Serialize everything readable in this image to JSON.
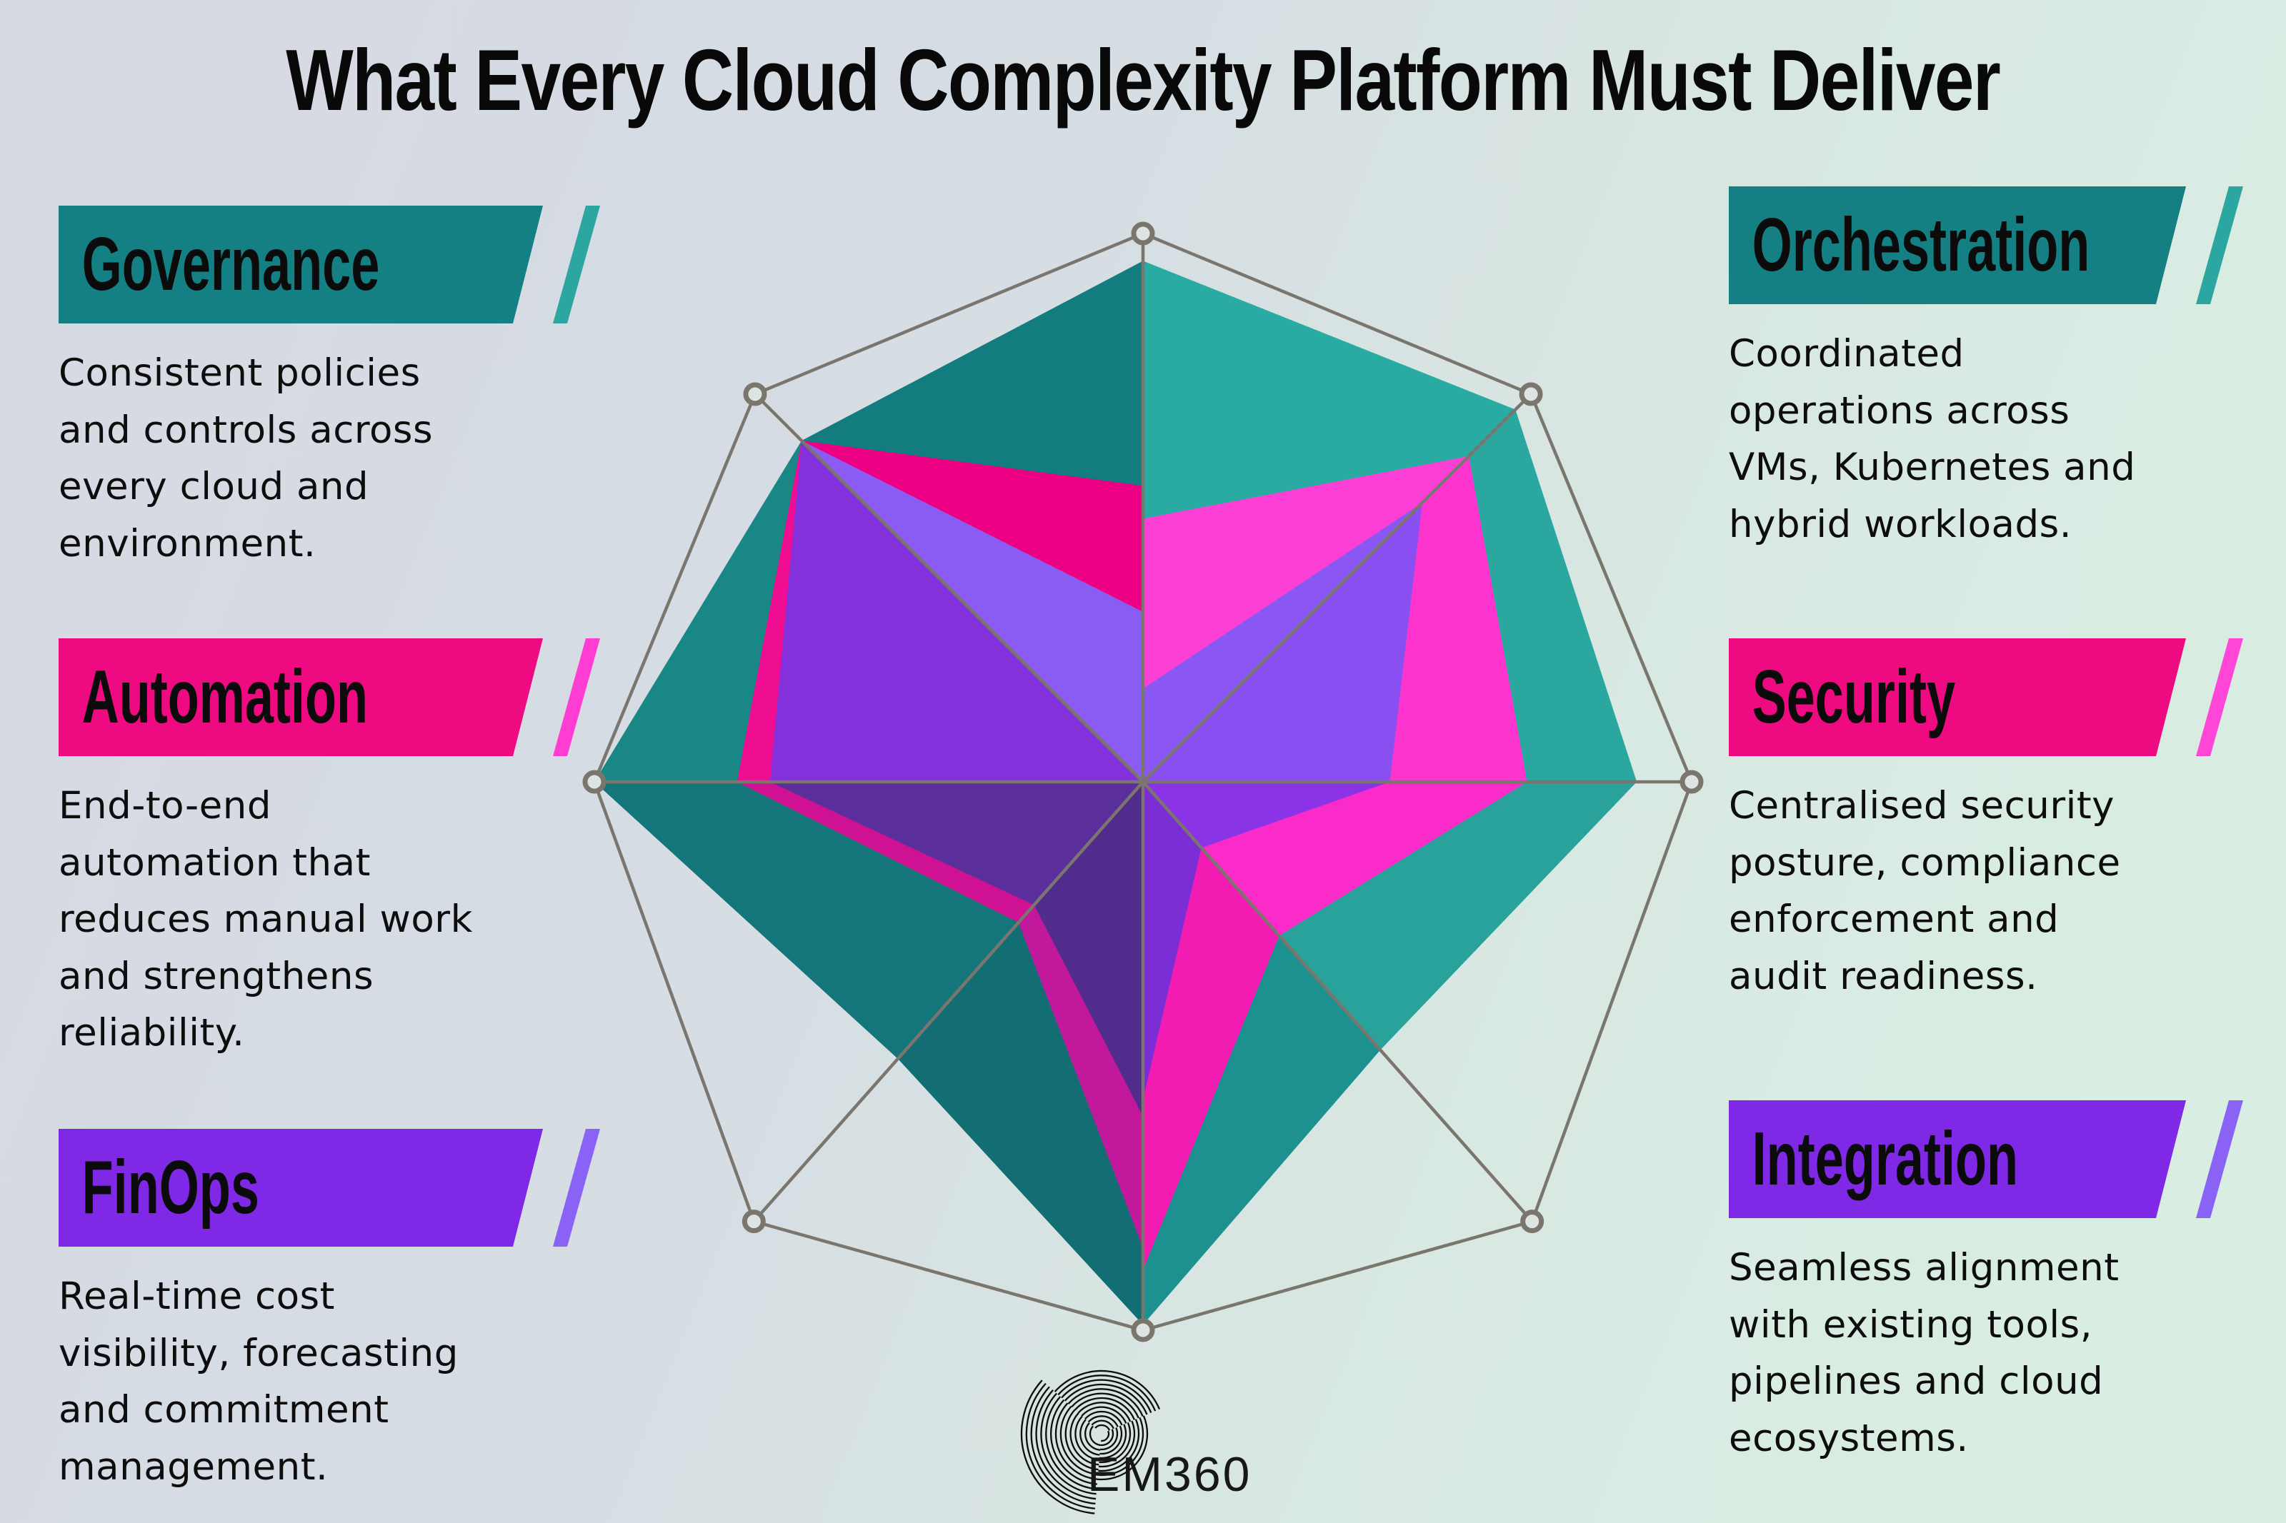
{
  "title": "What Every Cloud Complexity Platform Must Deliver",
  "logo": {
    "text": "EM360"
  },
  "sections": {
    "left": [
      {
        "id": "governance",
        "label": "Governance",
        "description": "Consistent policies\nand controls across\nevery cloud and\nenvironment.",
        "banner_color": "#158084",
        "slash_color": "#2BA6A0"
      },
      {
        "id": "automation",
        "label": "Automation",
        "description": "End-to-end\nautomation that\nreduces manual work\nand strengthens\nreliability.",
        "banner_color": "#EE0A80",
        "slash_color": "#FF3DD2"
      },
      {
        "id": "finops",
        "label": "FinOps",
        "description": "Real-time cost\nvisibility, forecasting\nand commitment\nmanagement.",
        "banner_color": "#7F29E6",
        "slash_color": "#8B62F6"
      }
    ],
    "right": [
      {
        "id": "orchestration",
        "label": "Orchestration",
        "description": "Coordinated\noperations across\nVMs, Kubernetes and\nhybrid workloads.",
        "banner_color": "#158084",
        "slash_color": "#2BA6A0"
      },
      {
        "id": "security",
        "label": "Security",
        "description": "Centralised security\nposture, compliance\nenforcement and\naudit readiness.",
        "banner_color": "#EE0A80",
        "slash_color": "#FF46D6"
      },
      {
        "id": "integration",
        "label": "Integration",
        "description": "Seamless alignment\nwith existing tools,\npipelines and cloud\necosystems.",
        "banner_color": "#7F29E6",
        "slash_color": "#8B62F6"
      }
    ]
  },
  "chart_data": {
    "type": "radar",
    "title": "",
    "legend": "none",
    "grid": {
      "stroke": "#7a766e",
      "vertex_fill": "#dde5e3",
      "spokes": true,
      "outline": "octagon"
    },
    "axes": [
      {
        "name": "N",
        "angle": 90,
        "radius": 768
      },
      {
        "name": "NE",
        "angle": 45,
        "radius": 768
      },
      {
        "name": "E",
        "angle": 0,
        "radius": 768
      },
      {
        "name": "SE",
        "angle": -48.5,
        "radius": 822
      },
      {
        "name": "S",
        "angle": -90,
        "radius": 768
      },
      {
        "name": "SW",
        "angle": -131.5,
        "radius": 822
      },
      {
        "name": "W",
        "angle": 180,
        "radius": 768
      },
      {
        "name": "NW",
        "angle": 135,
        "radius": 768
      }
    ],
    "series": [
      {
        "name": "teal",
        "facets": [
          {
            "from": 0,
            "to": 1,
            "r1": 0.95,
            "r2": 0.96,
            "color": "#29AAA3"
          },
          {
            "from": 1,
            "to": 2,
            "r1": 0.96,
            "r2": 0.9,
            "color": "#2AA79F"
          },
          {
            "from": 2,
            "to": 3,
            "r1": 0.9,
            "r2": 0.61,
            "color": "#28A29A"
          },
          {
            "from": 3,
            "to": 4,
            "r1": 0.61,
            "r2": 0.99,
            "color": "#1D918F"
          },
          {
            "from": 4,
            "to": 5,
            "r1": 0.99,
            "r2": 0.63,
            "color": "#136E74"
          },
          {
            "from": 5,
            "to": 6,
            "r1": 0.63,
            "r2": 1.0,
            "color": "#14757B"
          },
          {
            "from": 6,
            "to": 7,
            "r1": 1.0,
            "r2": 0.88,
            "color": "#1A8787"
          },
          {
            "from": 7,
            "to": 0,
            "r1": 0.88,
            "r2": 0.95,
            "color": "#137C7E"
          }
        ]
      },
      {
        "name": "pink",
        "facets": [
          {
            "from": 0,
            "to": 1,
            "r1": 0.48,
            "r2": 0.84,
            "color": "#FC40D5"
          },
          {
            "from": 1,
            "to": 2,
            "r1": 0.84,
            "r2": 0.7,
            "color": "#FD35CE"
          },
          {
            "from": 2,
            "to": 3,
            "r1": 0.7,
            "r2": 0.35,
            "color": "#FA2BC8"
          },
          {
            "from": 3,
            "to": 4,
            "r1": 0.35,
            "r2": 0.89,
            "color": "#F21CB2"
          },
          {
            "from": 4,
            "to": 5,
            "r1": 0.85,
            "r2": 0.32,
            "color": "#C2199C"
          },
          {
            "from": 5,
            "to": 6,
            "r1": 0.32,
            "r2": 0.74,
            "color": "#CE1293"
          },
          {
            "from": 6,
            "to": 7,
            "r1": 0.74,
            "r2": 0.88,
            "color": "#EF0D92"
          },
          {
            "from": 7,
            "to": 0,
            "r1": 0.88,
            "r2": 0.54,
            "color": "#EC0184"
          }
        ]
      },
      {
        "name": "purple",
        "facets": [
          {
            "from": 0,
            "to": 1,
            "r1": 0.17,
            "r2": 0.72,
            "color": "#8B57F2"
          },
          {
            "from": 1,
            "to": 2,
            "r1": 0.72,
            "r2": 0.45,
            "color": "#8A4FF0"
          },
          {
            "from": 2,
            "to": 3,
            "r1": 0.45,
            "r2": 0.15,
            "color": "#8A33E7"
          },
          {
            "from": 3,
            "to": 4,
            "r1": 0.15,
            "r2": 0.58,
            "color": "#7C2ED5"
          },
          {
            "from": 4,
            "to": 5,
            "r1": 0.61,
            "r2": 0.28,
            "color": "#512C8D"
          },
          {
            "from": 5,
            "to": 6,
            "r1": 0.28,
            "r2": 0.68,
            "color": "#5A2F9B"
          },
          {
            "from": 6,
            "to": 7,
            "r1": 0.68,
            "r2": 0.88,
            "color": "#8430DB"
          },
          {
            "from": 7,
            "to": 0,
            "r1": 0.88,
            "r2": 0.31,
            "color": "#8B5CF3"
          }
        ]
      }
    ]
  }
}
